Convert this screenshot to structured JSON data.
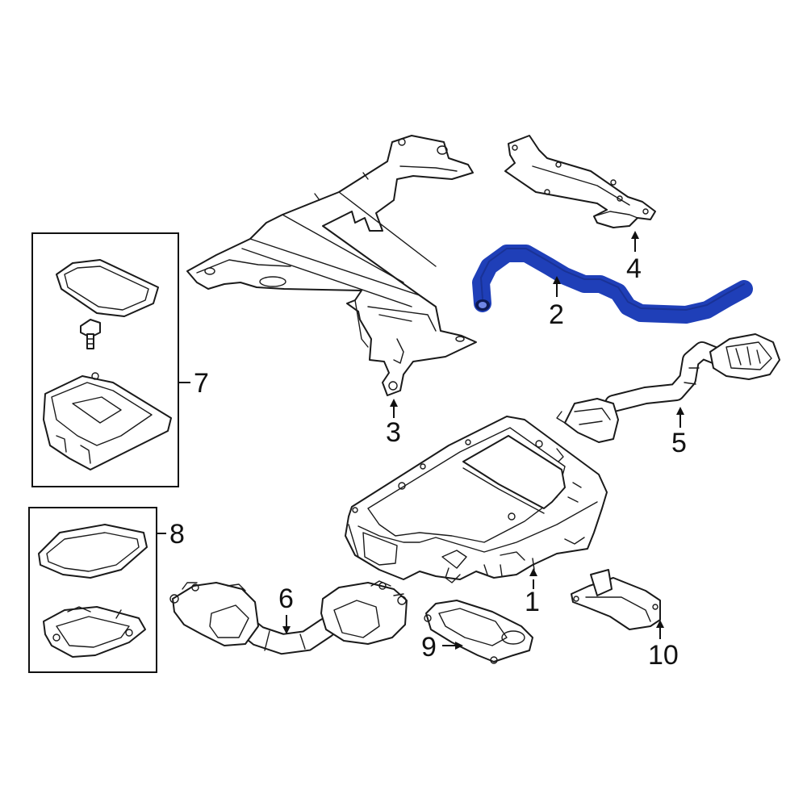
{
  "colors": {
    "highlight": "#1f3fb8",
    "line": "#1a1a1a",
    "background": "#ffffff"
  },
  "callouts": [
    {
      "id": "1",
      "label": "1"
    },
    {
      "id": "2",
      "label": "2"
    },
    {
      "id": "3",
      "label": "3"
    },
    {
      "id": "4",
      "label": "4"
    },
    {
      "id": "5",
      "label": "5"
    },
    {
      "id": "6",
      "label": "6"
    },
    {
      "id": "7",
      "label": "7"
    },
    {
      "id": "8",
      "label": "8"
    },
    {
      "id": "9",
      "label": "9"
    },
    {
      "id": "10",
      "label": "10"
    }
  ],
  "highlighted_part": "2"
}
